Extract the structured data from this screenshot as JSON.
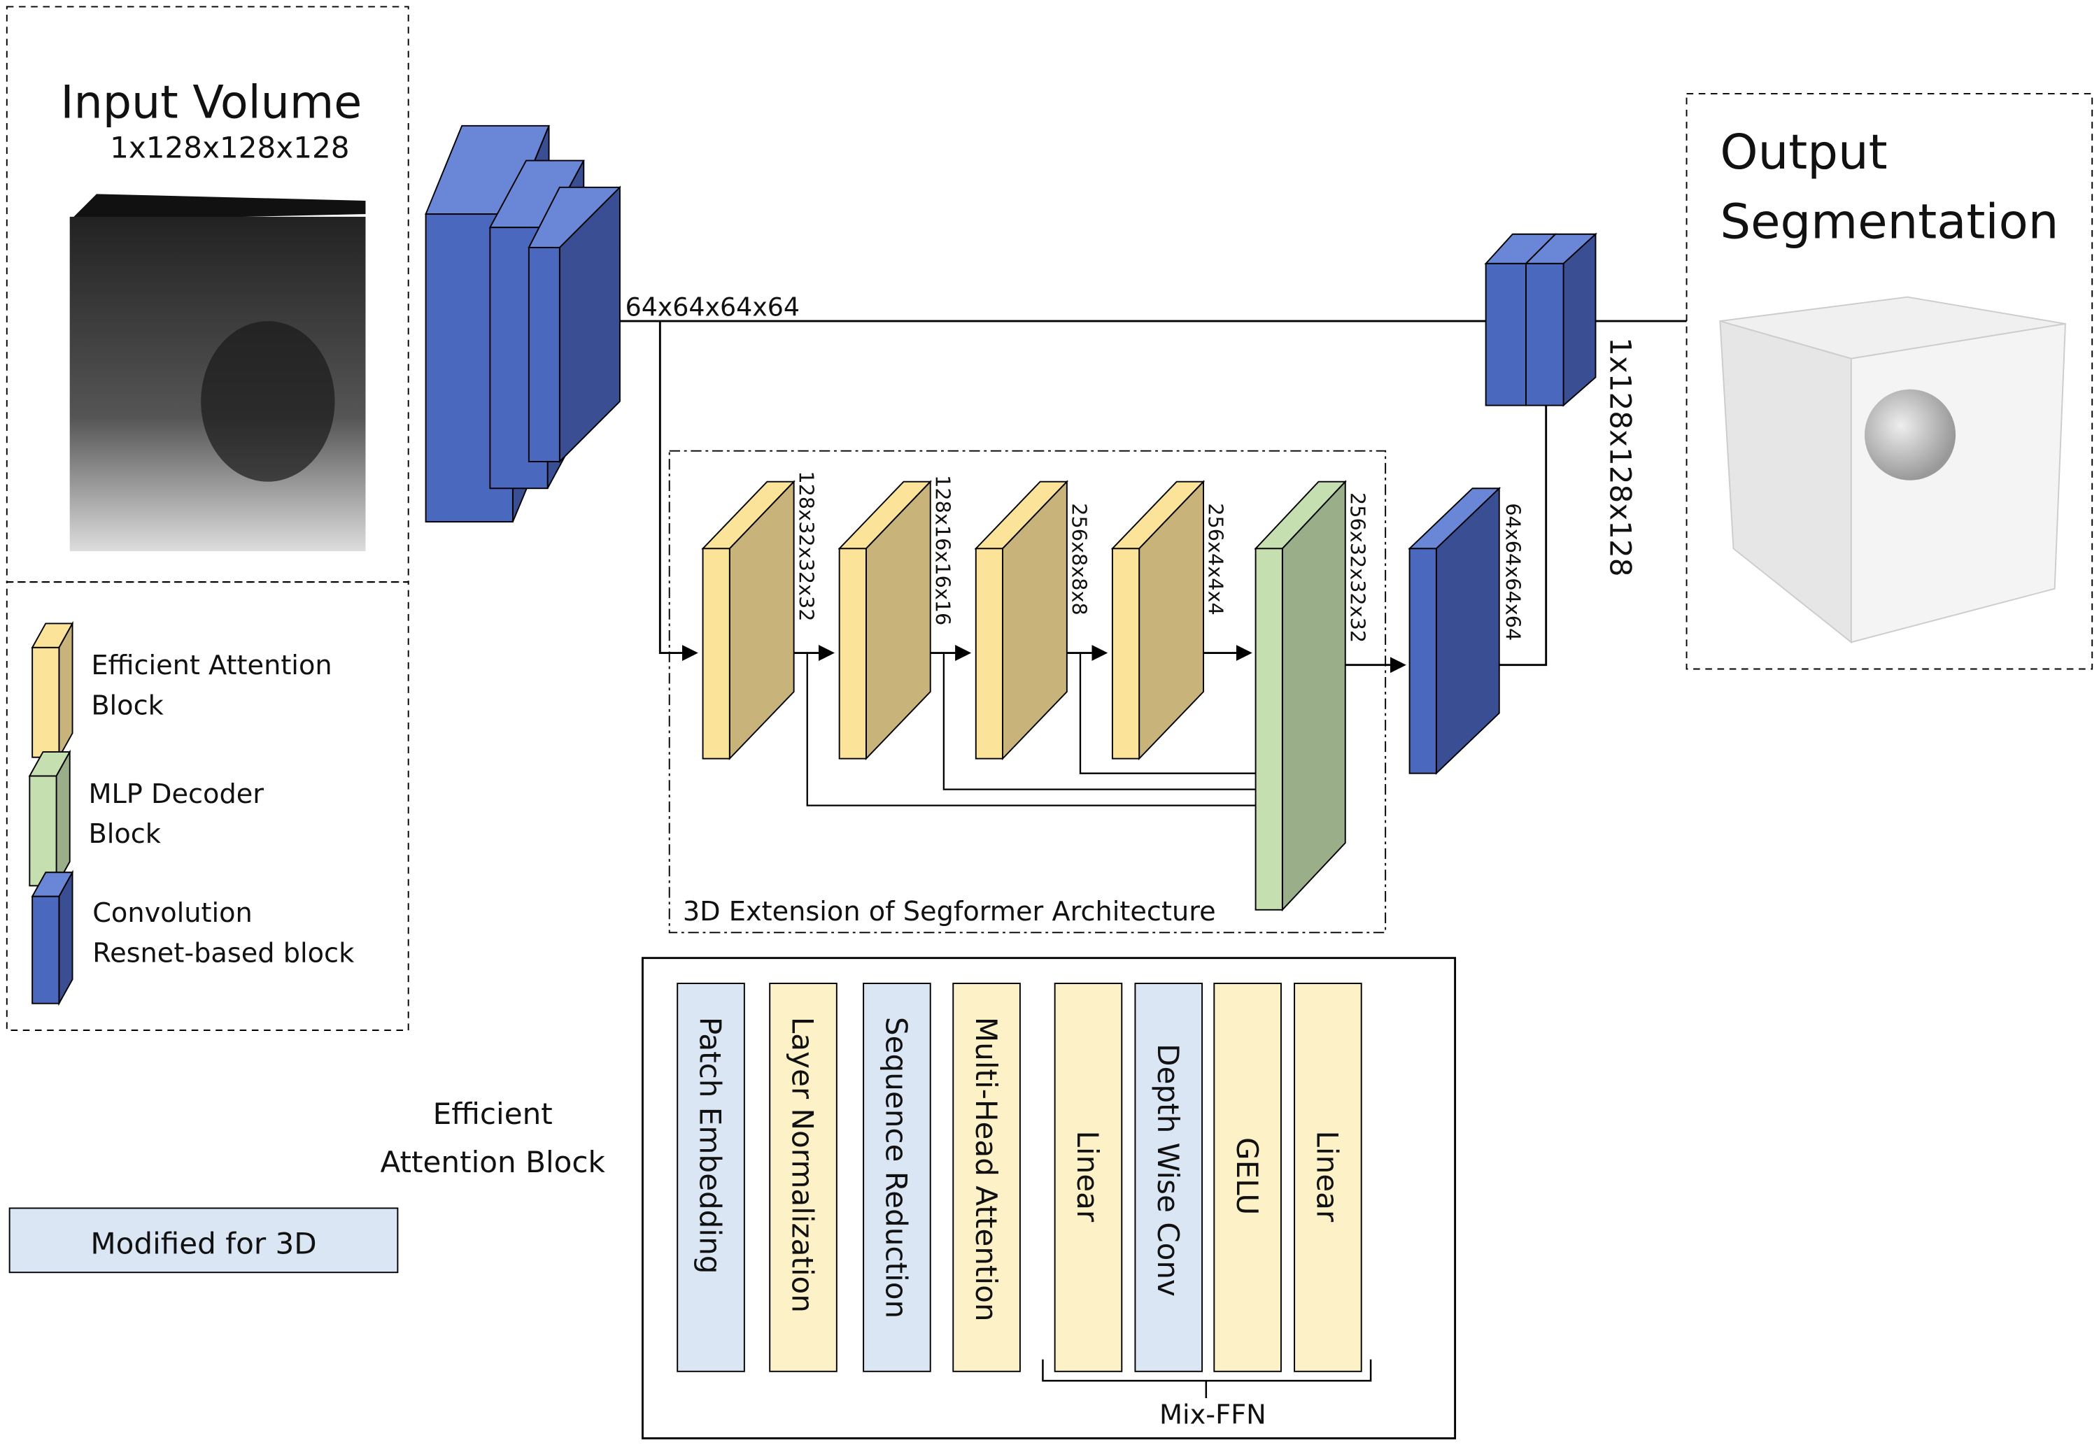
{
  "input": {
    "title": "Input Volume",
    "size": "1x128x128x128"
  },
  "legend": {
    "items": [
      {
        "line1": "Efficient Attention",
        "line2": "Block"
      },
      {
        "line1": "MLP Decoder",
        "line2": "Block"
      },
      {
        "line1": "Convolution",
        "line2": "Resnet-based block"
      }
    ],
    "modified_label": "Modified for 3D"
  },
  "skip_label": "64x64x64x64",
  "segformer": {
    "title": "3D Extension of Segformer Architecture",
    "dims": [
      "128x32x32x32",
      "128x16x16x16",
      "256x8x8x8",
      "256x4x4x4",
      "256x32x32x32"
    ],
    "decoder_dim": "64x64x64x64"
  },
  "output": {
    "line1": "Output",
    "line2": "Segmentation",
    "size": "1x128x128x128"
  },
  "attention_block": {
    "label_line1": "Efficient",
    "label_line2": "Attention Block",
    "layers": [
      {
        "label": "Patch Embedding",
        "modified": true
      },
      {
        "label": "Layer Normalization",
        "modified": false
      },
      {
        "label": "Sequence Reduction",
        "modified": true
      },
      {
        "label": "Multi-Head Attention",
        "modified": false
      },
      {
        "label": "Linear",
        "modified": false
      },
      {
        "label": "Depth Wise Conv",
        "modified": true
      },
      {
        "label": "GELU",
        "modified": false
      },
      {
        "label": "Linear",
        "modified": false
      }
    ],
    "mixffn_label": "Mix-FFN"
  },
  "colors": {
    "yellow_front": "#fbe39a",
    "yellow_side": "#c8b47a",
    "green_front": "#c5dfb0",
    "green_side": "#9aae8a",
    "blue_front": "#4a68be",
    "blue_side": "#3a4f93",
    "modified": "#dae6f4",
    "layer": "#fdf1c8"
  }
}
